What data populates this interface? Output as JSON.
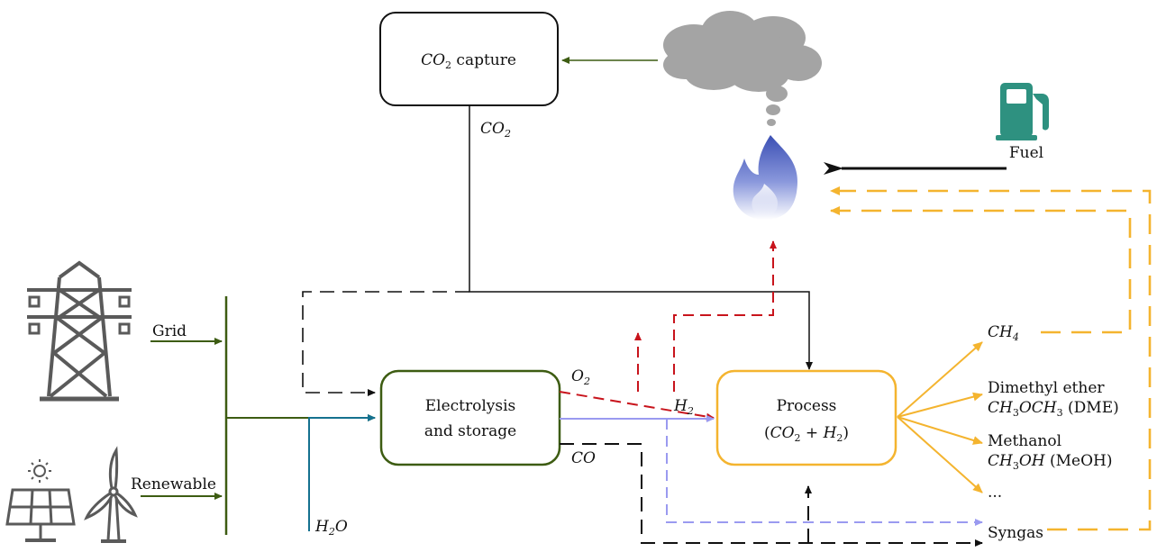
{
  "nodes": {
    "capture": {
      "main": "CO",
      "sub": "2",
      "suffix": " capture"
    },
    "electrolysis": {
      "line1": "Electrolysis",
      "line2": "and storage"
    },
    "process": {
      "line1": "Process",
      "open": "(",
      "co": "CO",
      "co_sub": "2",
      "plus": " + ",
      "h": "H",
      "h_sub": "2",
      "close": ")"
    }
  },
  "sources": {
    "grid": "Grid",
    "renewable": "Renewable",
    "fuel": "Fuel"
  },
  "flows": {
    "co2": {
      "main": "CO",
      "sub": "2"
    },
    "o2": {
      "main": "O",
      "sub": "2"
    },
    "h2": {
      "main": "H",
      "sub": "2"
    },
    "co": "CO",
    "h2o": {
      "main": "H",
      "sub": "2",
      "suffix": "O"
    }
  },
  "products": {
    "ch4": {
      "main": "CH",
      "sub": "4"
    },
    "dme": {
      "name": "Dimethyl ether",
      "f1": "CH",
      "s1": "3",
      "f2": "OCH",
      "s2": "3",
      "tag": " (DME)"
    },
    "meoh": {
      "name": "Methanol",
      "f1": "CH",
      "s1": "3",
      "f2": "OH",
      "tag": " (MeOH)"
    },
    "more": "...",
    "syngas": "Syngas"
  },
  "icons": [
    "power-tower-icon",
    "solar-panel-icon",
    "sun-icon",
    "wind-turbine-icon",
    "fuel-pump-icon",
    "flame-icon",
    "smoke-cloud-icon"
  ],
  "colors": {
    "green": "#3d5c12",
    "orange": "#f4b42f",
    "red": "#c8141c",
    "lavender": "#9a9af0",
    "teal": "#15718f",
    "fuel": "#2e9180",
    "cloud": "#a4a4a4",
    "icon_gray": "#5a5a5a"
  }
}
